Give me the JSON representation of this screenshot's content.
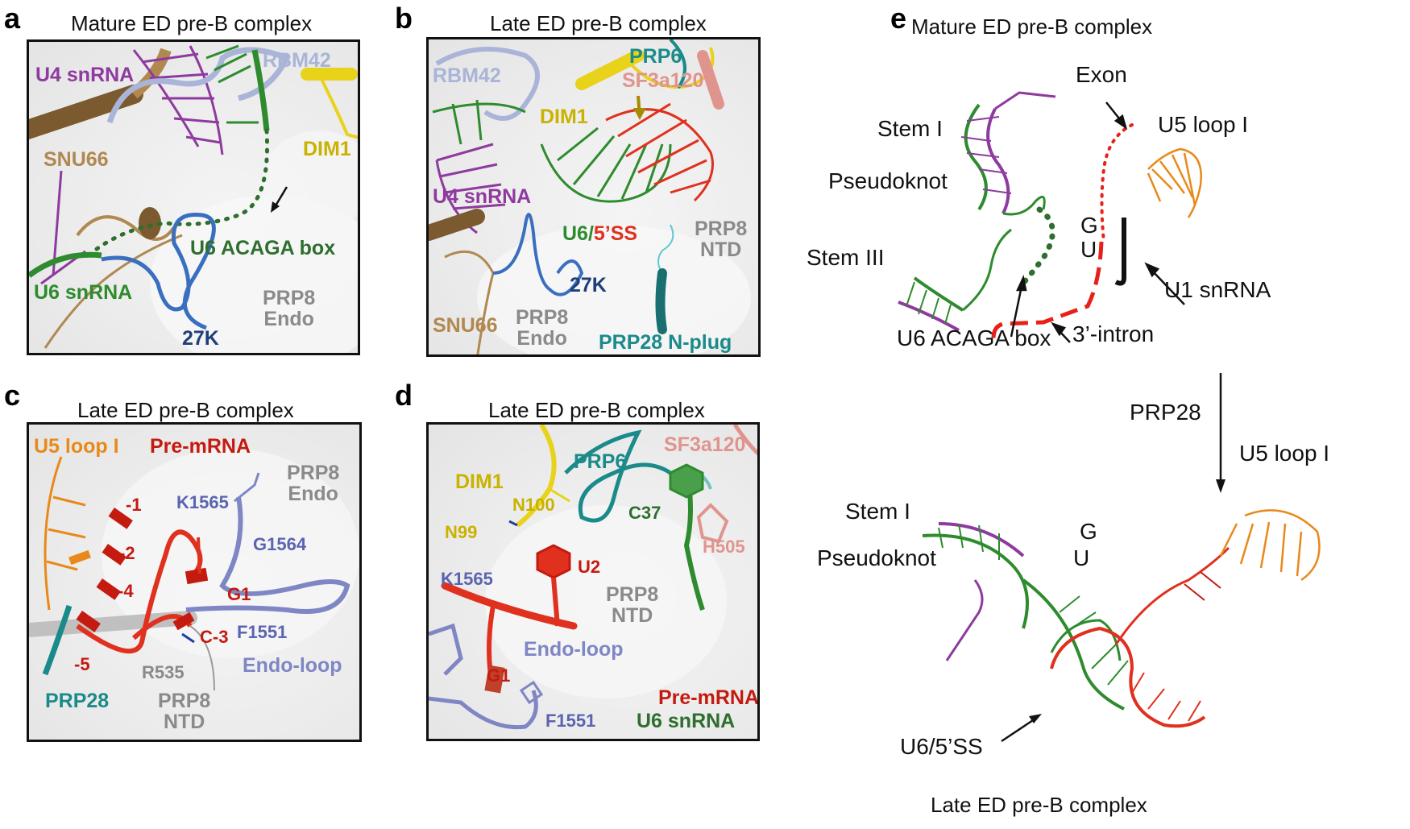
{
  "panels": {
    "a": {
      "letter": "a",
      "title": "Mature ED pre-B complex",
      "labels": {
        "u4": "U4 snRNA",
        "rbm42": "RBM42",
        "snu66": "SNU66",
        "dim1": "DIM1",
        "acaga": "U6 ACAGA box",
        "u6": "U6 snRNA",
        "prp8": "PRP8\nEndo",
        "k27": "27K"
      }
    },
    "b": {
      "letter": "b",
      "title": "Late ED pre-B complex",
      "labels": {
        "rbm42": "RBM42",
        "prp6": "PRP6",
        "sf3a": "SF3a120",
        "dim1": "DIM1",
        "u4": "U4 snRNA",
        "u6": "U6/",
        "ss": "5’SS",
        "prp8ntd": "PRP8\nNTD",
        "k27": "27K",
        "snu66": "SNU66",
        "prp8endo": "PRP8\nEndo",
        "nplug": "PRP28 N-plug"
      }
    },
    "c": {
      "letter": "c",
      "title": "Late ED pre-B complex",
      "labels": {
        "u5": "U5 loop I",
        "premrna": "Pre-mRNA",
        "prp8endo": "PRP8\nEndo",
        "k1565": "K1565",
        "g1564": "G1564",
        "m1": "-1",
        "m2": "-2",
        "m4": "-4",
        "g1": "G1",
        "f1551": "F1551",
        "c3": "C-3",
        "m5": "-5",
        "r535": "R535",
        "endoloop": "Endo-loop",
        "prp28": "PRP28",
        "prp8ntd": "PRP8\nNTD"
      }
    },
    "d": {
      "letter": "d",
      "title": "Late ED pre-B complex",
      "labels": {
        "dim1": "DIM1",
        "prp6": "PRP6",
        "sf3a": "SF3a120",
        "n100": "N100",
        "n99": "N99",
        "c37": "C37",
        "h505": "H505",
        "u2": "U2",
        "k1565": "K1565",
        "prp8ntd": "PRP8\nNTD",
        "endoloop": "Endo-loop",
        "g1": "G1",
        "premrna": "Pre-mRNA",
        "u6": "U6 snRNA",
        "f1551": "F1551"
      }
    },
    "e": {
      "letter": "e",
      "title_top": "Mature ED pre-B complex",
      "title_bottom": "Late ED pre-B complex",
      "labels": {
        "exon": "Exon",
        "u5top": "U5 loop I",
        "stem1top": "Stem I",
        "pseudotop": "Pseudoknot",
        "stem3": "Stem III",
        "g": "G",
        "u": "U",
        "u1": "U1 snRNA",
        "acaga": "U6 ACAGA box",
        "intron": "3’-intron",
        "prp28": "PRP28",
        "u5bot": "U5 loop I",
        "stem1bot": "Stem I",
        "pseudobot": "Pseudoknot",
        "g2": "G",
        "u2": "U",
        "u65ss": "U6/5’SS"
      }
    }
  },
  "colors": {
    "u6_green": "#2e8b2e",
    "premrna_red": "#e0301e",
    "u4_purple": "#8e3a9e",
    "rbm42_lavender": "#a9b4d8",
    "snu66_tan": "#b08850",
    "dim1_yellow": "#e8d21a",
    "k27_blue": "#3a6fc0",
    "prp28_teal": "#1a8a8a",
    "u5_orange": "#e8891a",
    "endo_periwinkle": "#7f86c4",
    "prp8_gray": "#8a8a8a",
    "sf3a_pink": "#e0948e"
  }
}
